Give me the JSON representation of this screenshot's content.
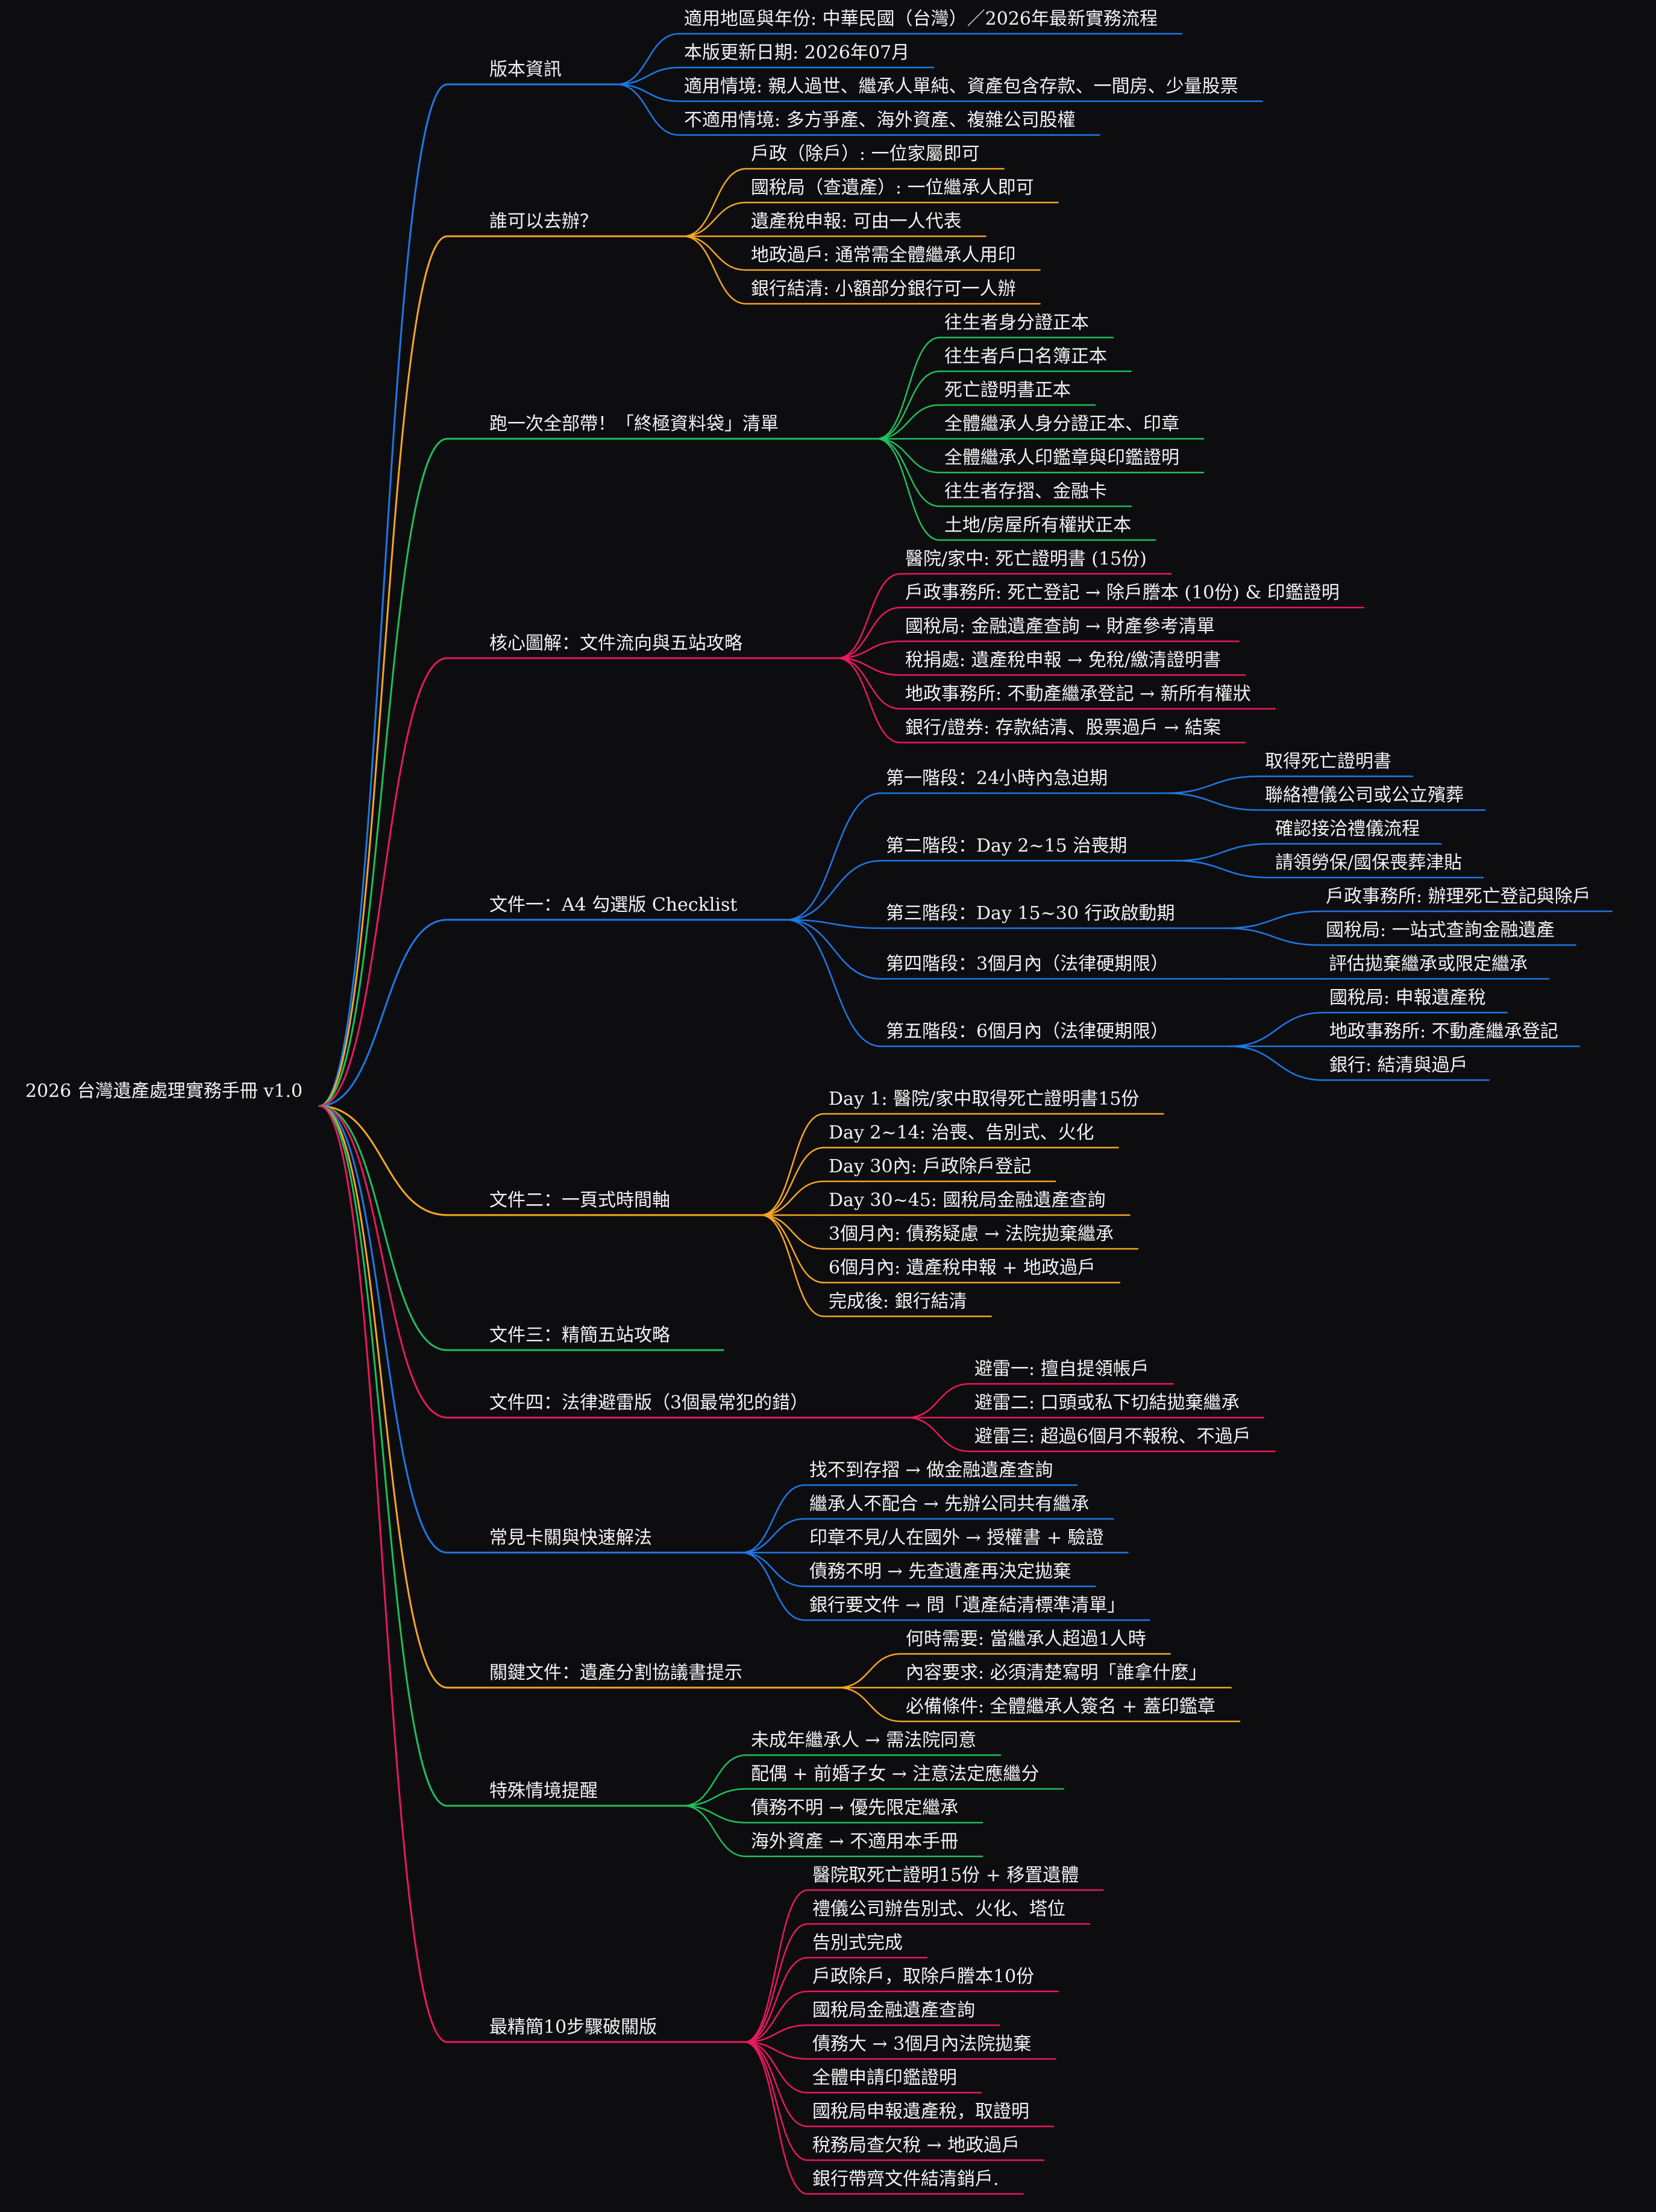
{
  "colors": {
    "background": "#0d0d10",
    "text": "#f2f2f2",
    "branch_palette": [
      "#1f78e6",
      "#f5a623",
      "#1fbf5a",
      "#e8195f"
    ]
  },
  "root": {
    "label": "2026 台灣遺產處理實務手冊 v1.0"
  },
  "branches": [
    {
      "label": "版本資訊",
      "color": "#1f78e6",
      "children": [
        {
          "label": "適用地區與年份: 中華民國（台灣）／2026年最新實務流程"
        },
        {
          "label": "本版更新日期: 2026年07月"
        },
        {
          "label": "適用情境: 親人過世、繼承人單純、資產包含存款、一間房、少量股票"
        },
        {
          "label": "不適用情境: 多方爭產、海外資產、複雜公司股權"
        }
      ]
    },
    {
      "label": "誰可以去辦？",
      "color": "#f5a623",
      "children": [
        {
          "label": "戶政（除戶）: 一位家屬即可"
        },
        {
          "label": "國稅局（查遺產）: 一位繼承人即可"
        },
        {
          "label": "遺產稅申報: 可由一人代表"
        },
        {
          "label": "地政過戶: 通常需全體繼承人用印"
        },
        {
          "label": "銀行結清: 小額部分銀行可一人辦"
        }
      ]
    },
    {
      "label": "跑一次全部帶！「終極資料袋」清單",
      "color": "#1fbf5a",
      "children": [
        {
          "label": "往生者身分證正本"
        },
        {
          "label": "往生者戶口名簿正本"
        },
        {
          "label": "死亡證明書正本"
        },
        {
          "label": "全體繼承人身分證正本、印章"
        },
        {
          "label": "全體繼承人印鑑章與印鑑證明"
        },
        {
          "label": "往生者存摺、金融卡"
        },
        {
          "label": "土地/房屋所有權狀正本"
        }
      ]
    },
    {
      "label": "核心圖解：文件流向與五站攻略",
      "color": "#e8195f",
      "children": [
        {
          "label": "醫院/家中: 死亡證明書 (15份)"
        },
        {
          "label": "戶政事務所: 死亡登記 → 除戶謄本 (10份) & 印鑑證明"
        },
        {
          "label": "國稅局: 金融遺產查詢 → 財產參考清單"
        },
        {
          "label": "稅捐處: 遺產稅申報 → 免稅/繳清證明書"
        },
        {
          "label": "地政事務所: 不動產繼承登記 → 新所有權狀"
        },
        {
          "label": "銀行/證券: 存款結清、股票過戶 → 結案"
        }
      ]
    },
    {
      "label": "文件一：A4 勾選版 Checklist",
      "color": "#1f78e6",
      "children": [
        {
          "label": "第一階段：24小時內急迫期",
          "children": [
            {
              "label": "取得死亡證明書"
            },
            {
              "label": "聯絡禮儀公司或公立殯葬"
            }
          ]
        },
        {
          "label": "第二階段：Day 2~15 治喪期",
          "children": [
            {
              "label": "確認接洽禮儀流程"
            },
            {
              "label": "請領勞保/國保喪葬津貼"
            }
          ]
        },
        {
          "label": "第三階段：Day 15~30 行政啟動期",
          "children": [
            {
              "label": "戶政事務所: 辦理死亡登記與除戶"
            },
            {
              "label": "國稅局: 一站式查詢金融遺產"
            }
          ]
        },
        {
          "label": "第四階段：3個月內（法律硬期限）",
          "children": [
            {
              "label": "評估拋棄繼承或限定繼承"
            }
          ]
        },
        {
          "label": "第五階段：6個月內（法律硬期限）",
          "children": [
            {
              "label": "國稅局: 申報遺產稅"
            },
            {
              "label": "地政事務所: 不動產繼承登記"
            },
            {
              "label": "銀行: 結清與過戶"
            }
          ]
        }
      ]
    },
    {
      "label": "文件二：一頁式時間軸",
      "color": "#f5a623",
      "children": [
        {
          "label": "Day 1: 醫院/家中取得死亡證明書15份"
        },
        {
          "label": "Day 2~14: 治喪、告別式、火化"
        },
        {
          "label": "Day 30內: 戶政除戶登記"
        },
        {
          "label": "Day 30~45: 國稅局金融遺產查詢"
        },
        {
          "label": "3個月內: 債務疑慮 → 法院拋棄繼承"
        },
        {
          "label": "6個月內: 遺產稅申報 + 地政過戶"
        },
        {
          "label": "完成後: 銀行結清"
        }
      ]
    },
    {
      "label": "文件三：精簡五站攻略",
      "color": "#1fbf5a",
      "children": []
    },
    {
      "label": "文件四：法律避雷版（3個最常犯的錯）",
      "color": "#e8195f",
      "children": [
        {
          "label": "避雷一: 擅自提領帳戶"
        },
        {
          "label": "避雷二: 口頭或私下切結拋棄繼承"
        },
        {
          "label": "避雷三: 超過6個月不報稅、不過戶"
        }
      ]
    },
    {
      "label": "常見卡關與快速解法",
      "color": "#1f78e6",
      "children": [
        {
          "label": "找不到存摺 → 做金融遺產查詢"
        },
        {
          "label": "繼承人不配合 → 先辦公同共有繼承"
        },
        {
          "label": "印章不見/人在國外 → 授權書 + 驗證"
        },
        {
          "label": "債務不明 → 先查遺產再決定拋棄"
        },
        {
          "label": "銀行要文件 → 問「遺產結清標準清單」"
        }
      ]
    },
    {
      "label": "關鍵文件：遺產分割協議書提示",
      "color": "#f5a623",
      "children": [
        {
          "label": "何時需要: 當繼承人超過1人時"
        },
        {
          "label": "內容要求: 必須清楚寫明「誰拿什麼」"
        },
        {
          "label": "必備條件: 全體繼承人簽名 + 蓋印鑑章"
        }
      ]
    },
    {
      "label": "特殊情境提醒",
      "color": "#1fbf5a",
      "children": [
        {
          "label": "未成年繼承人 → 需法院同意"
        },
        {
          "label": "配偶 + 前婚子女 → 注意法定應繼分"
        },
        {
          "label": "債務不明 → 優先限定繼承"
        },
        {
          "label": "海外資產 → 不適用本手冊"
        }
      ]
    },
    {
      "label": "最精簡10步驟破關版",
      "color": "#e8195f",
      "children": [
        {
          "label": "醫院取死亡證明15份 + 移置遺體"
        },
        {
          "label": "禮儀公司辦告別式、火化、塔位"
        },
        {
          "label": "告別式完成"
        },
        {
          "label": "戶政除戶，取除戶謄本10份"
        },
        {
          "label": "國稅局金融遺產查詢"
        },
        {
          "label": "債務大 → 3個月內法院拋棄"
        },
        {
          "label": "全體申請印鑑證明"
        },
        {
          "label": "國稅局申報遺產稅，取證明"
        },
        {
          "label": "稅務局查欠稅 → 地政過戶"
        },
        {
          "label": "銀行帶齊文件結清銷戶."
        }
      ]
    }
  ]
}
